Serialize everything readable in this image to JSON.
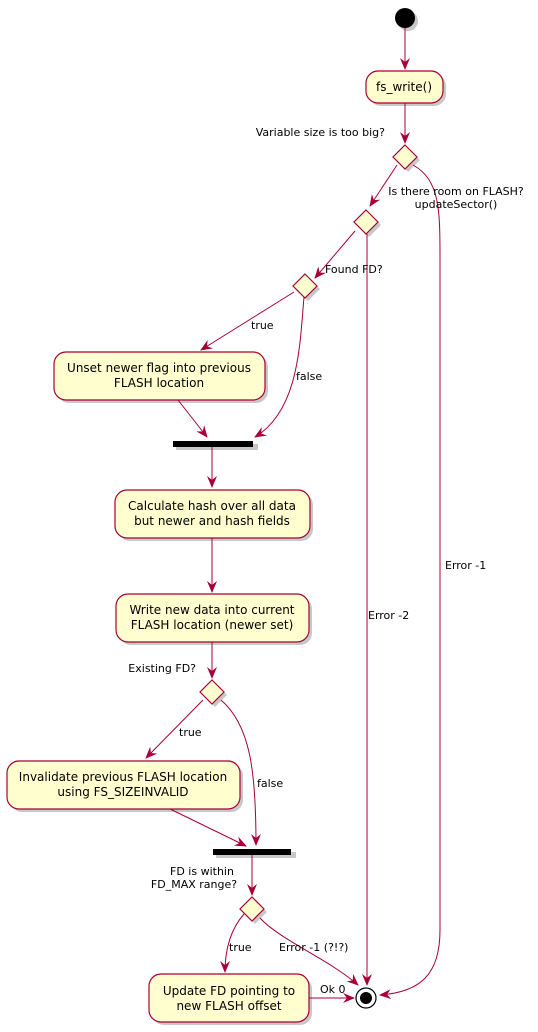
{
  "colors": {
    "node_fill": "#fefece",
    "node_stroke": "#a80036",
    "edge": "#a80036",
    "bar": "#000000",
    "start": "#000000",
    "shadow": "#c8c8c8",
    "text": "#000000"
  },
  "actions": {
    "fs_write": "fs_write()",
    "unset_newer": [
      "Unset newer flag into previous",
      "FLASH location"
    ],
    "calc_hash": [
      "Calculate hash over all data",
      "but newer and hash fields"
    ],
    "write_new": [
      "Write new data into current",
      "FLASH location (newer set)"
    ],
    "invalidate": [
      "Invalidate previous FLASH location",
      "using FS_SIZEINVALID"
    ],
    "update_fd": [
      "Update FD pointing to",
      "new FLASH offset"
    ]
  },
  "decisions": {
    "size_too_big": "Variable size is too big?",
    "room_on_flash": [
      "Is there room on FLASH?",
      "updateSector()"
    ],
    "found_fd": "Found FD?",
    "existing_fd": "Existing FD?",
    "fd_range": [
      "FD is within",
      "FD_MAX range?"
    ]
  },
  "edges": {
    "true_1": "true",
    "false_1": "false",
    "true_2": "true",
    "false_2": "false",
    "true_3": "true",
    "error_1": "Error -1",
    "error_2": "Error -2",
    "error_3": "Error -1 (?!?)",
    "ok": "Ok 0"
  }
}
